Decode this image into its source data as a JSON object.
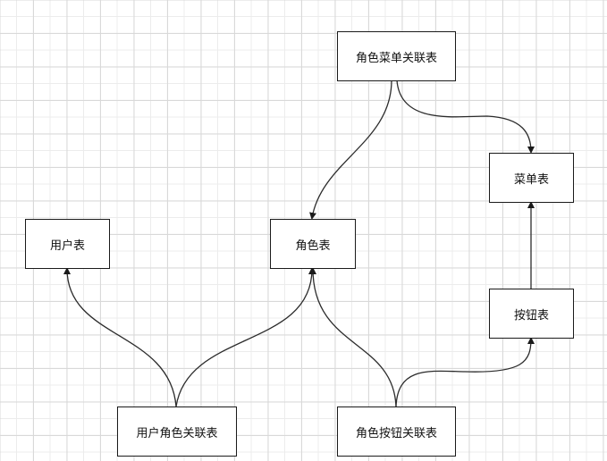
{
  "diagram": {
    "nodes": [
      {
        "id": "role_menu",
        "label": "角色菜单关联表"
      },
      {
        "id": "menu",
        "label": "菜单表"
      },
      {
        "id": "user",
        "label": "用户表"
      },
      {
        "id": "role",
        "label": "角色表"
      },
      {
        "id": "button",
        "label": "按钮表"
      },
      {
        "id": "user_role",
        "label": "用户角色关联表"
      },
      {
        "id": "role_button",
        "label": "角色按钮关联表"
      }
    ],
    "edges": [
      {
        "from": "角色菜单关联表",
        "to": "角色表"
      },
      {
        "from": "角色菜单关联表",
        "to": "菜单表"
      },
      {
        "from": "按钮表",
        "to": "菜单表"
      },
      {
        "from": "用户角色关联表",
        "to": "用户表"
      },
      {
        "from": "用户角色关联表",
        "to": "角色表"
      },
      {
        "from": "角色按钮关联表",
        "to": "角色表"
      },
      {
        "from": "角色按钮关联表",
        "to": "按钮表"
      }
    ],
    "colors": {
      "stroke": "#1a1a1a",
      "background": "#ffffff",
      "grid": "#d9d9d9"
    }
  }
}
